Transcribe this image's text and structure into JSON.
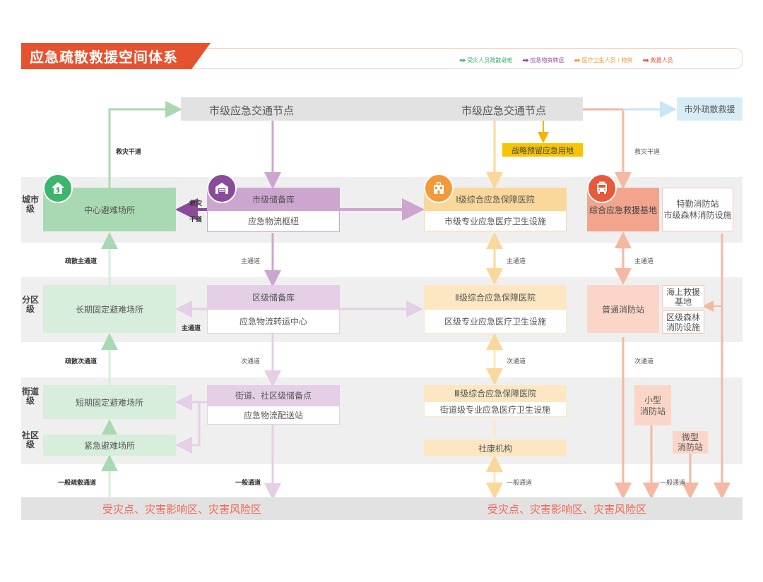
{
  "title": "应急疏散救援空间体系",
  "legend": [
    {
      "label": "受灾人员疏散避难",
      "color": "#3cb56e"
    },
    {
      "label": "应急物资转运",
      "color": "#8a4b9a"
    },
    {
      "label": "医疗卫生人员 / 物资",
      "color": "#f29a3a"
    },
    {
      "label": "救援人员",
      "color": "#e8583a"
    }
  ],
  "levels": {
    "city": "城市级",
    "district": "分区级",
    "street": "街道级",
    "community": "社区级"
  },
  "top": {
    "node_label": "市级应急交通节点",
    "outside": "市外疏散救援",
    "strategic": "战略预留应急用地"
  },
  "shelter": {
    "center": "中心避难场所",
    "long": "长期固定避难场所",
    "short": "短期固定避难场所",
    "emergency": "紧急避难场所"
  },
  "material": {
    "city_top": "市级储备库",
    "city_bottom": "应急物流枢纽",
    "district_top": "区级储备库",
    "district_bottom": "应急物流转运中心",
    "street_top": "街道、社区级储备点",
    "street_bottom": "应急物流配送站"
  },
  "medical": {
    "city_top": "Ⅰ级综合应急保障医院",
    "city_bottom": "市级专业应急医疗卫生设施",
    "district_top": "Ⅱ级综合应急保障医院",
    "district_bottom": "区级专业应急医疗卫生设施",
    "street_top": "Ⅲ级综合应急保障医院",
    "street_bottom": "街道级专业应急医疗卫生设施",
    "community": "社康机构"
  },
  "rescue": {
    "city_base": "综合应急救援基地",
    "city_right_1": "特勤消防站",
    "city_right_2": "市级森林消防设施",
    "district_station": "普通消防站",
    "sea_1": "海上救援",
    "sea_2": "基地",
    "forest_1": "区级森林",
    "forest_2": "消防设施",
    "small_1": "小型",
    "small_2": "消防站",
    "micro_1": "微型",
    "micro_2": "消防站"
  },
  "channels": {
    "relief_main": "救灾干道",
    "relief_short_1": "救灾",
    "relief_short_2": "干道",
    "evac_main": "疏散主通道",
    "evac_second": "疏散次通道",
    "general_evac": "一般疏散通道",
    "main": "主通道",
    "secondary": "次通道",
    "general": "一般通道"
  },
  "bottom": {
    "left": "受灾点、灾害影响区、灾害风险区",
    "right": "受灾点、灾害影响区、灾害风险区"
  }
}
